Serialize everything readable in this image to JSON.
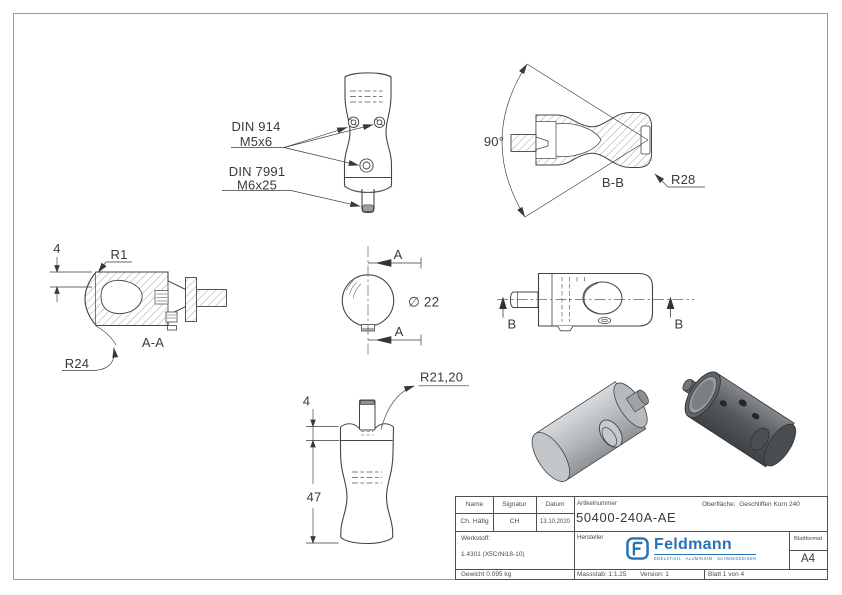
{
  "sheet": {
    "accent_blue": "#2a72b5"
  },
  "drawing": {
    "din914_label": {
      "line1": "DIN 914",
      "line2": "M5x6"
    },
    "din7991_label": {
      "line1": "DIN 7991",
      "line2": "M6x25"
    },
    "angle_dim": "90°",
    "section_bb_label": "B-B",
    "radius_r28": "R28",
    "wall_dim_4": "4",
    "radius_r1": "R1",
    "section_aa_label": "A-A",
    "radius_r24": "R24",
    "cut_marker_a": "A",
    "diameter_22": "∅ 22",
    "cut_marker_b": "B",
    "radius_r21_20": "R21,20",
    "saddle_dim_4": "4",
    "length_dim_47": "47"
  },
  "title_block": {
    "headers": {
      "name": "Name",
      "signatur": "Signatur",
      "datum": "Datum",
      "artikelnummer": "Artikelnummer",
      "hersteller": "Hersteller",
      "blattformat": "Blattformat",
      "werkstoff": "Werkstoff:",
      "oberflaeche": "Oberfläche:"
    },
    "values": {
      "name": "Ch. Häfig",
      "signatur": "CH",
      "datum": "13.10.2020",
      "artikelnummer": "50400-240A-AE",
      "oberflaeche": "Geschliffen Korn 240",
      "werkstoff": "1.4301 (X5CrNi18-10)",
      "blattformat": "A4"
    },
    "gewicht": "Gewicht 0.095 kg",
    "massstab": "Massstab: 1:1.25",
    "version": "Version: 1",
    "blatt": "Blatt 1 von 4",
    "logo": {
      "name": "Feldmann",
      "tagline": "EDELSTAHL · ALUMINIUM · SCHMIEDEEISEN"
    }
  }
}
